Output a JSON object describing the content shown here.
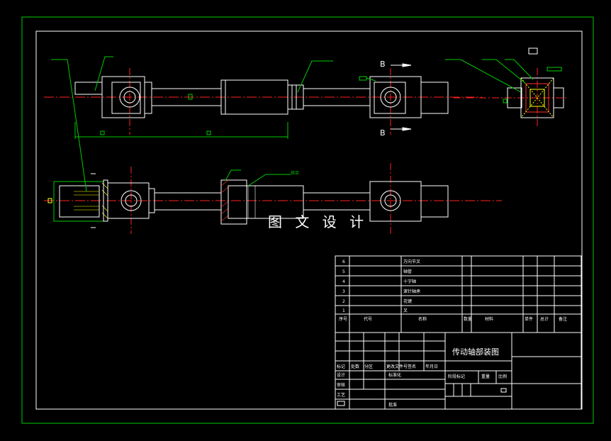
{
  "colors": {
    "background": "#000000",
    "frame": "#00cc00",
    "outline": "#ffffff",
    "centerline": "#ff2020",
    "hatch": "#ffff00",
    "cut": "#ff3030"
  },
  "drawing": {
    "section_marker_top": "B",
    "section_marker_bottom": "B",
    "watermark": "图 文 设 计",
    "callout_note": "其余"
  },
  "title_block": {
    "drawing_title": "传动轴部装图",
    "parts_rows": [
      {
        "no": "6",
        "name": "万向节叉"
      },
      {
        "no": "5",
        "name": "轴管"
      },
      {
        "no": "4",
        "name": "十字轴"
      },
      {
        "no": "3",
        "name": "滚针轴承"
      },
      {
        "no": "2",
        "name": "花键"
      },
      {
        "no": "1",
        "name": "叉"
      }
    ],
    "header_row": {
      "seq": "序号",
      "code": "代号",
      "name": "名称",
      "qty": "数量",
      "material": "材料",
      "unit_weight": "单件",
      "total_weight": "总计",
      "remark": "备注"
    },
    "approval_row": {
      "mark": "标记",
      "count": "处数",
      "zone": "分区",
      "change_doc": "更改文件号",
      "sign": "签名",
      "date": "年月日"
    },
    "design_row": {
      "design": "设计",
      "standardize": "标准化",
      "stage_mark": "阶段标记",
      "weight": "重量",
      "scale": "比例"
    },
    "review": "审核",
    "process": "工艺",
    "approve": "批准"
  }
}
